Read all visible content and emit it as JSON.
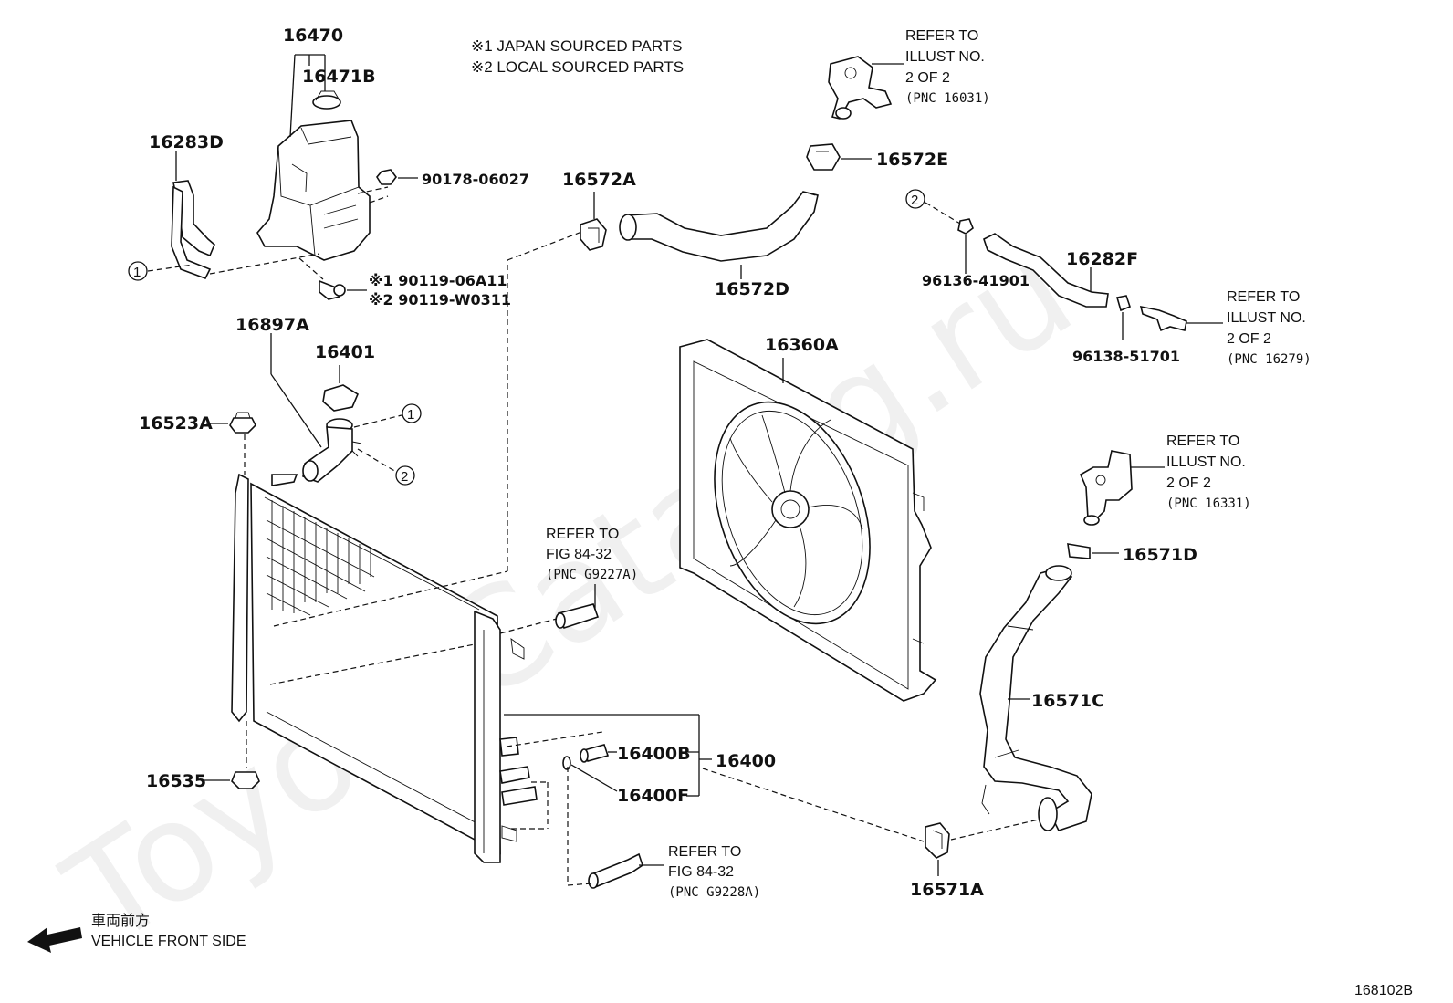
{
  "watermark": "ToyotaCatalog.ru",
  "notes": {
    "japan": "※1 JAPAN SOURCED PARTS",
    "local": "※2 LOCAL SOURCED PARTS"
  },
  "parts": {
    "p16470": "16470",
    "p16471B": "16471B",
    "p16283D": "16283D",
    "p90178": "90178-06027",
    "p90119a": "※1 90119-06A11",
    "p90119b": "※2 90119-W0311",
    "p16897A": "16897A",
    "p16401": "16401",
    "p16523A": "16523A",
    "p16535": "16535",
    "p16572A": "16572A",
    "p16572D": "16572D",
    "p16572E": "16572E",
    "p96136": "96136-41901",
    "p16282F": "16282F",
    "p96138": "96138-51701",
    "p16360A": "16360A",
    "p16571D": "16571D",
    "p16571C": "16571C",
    "p16571A": "16571A",
    "p16400B": "16400B",
    "p16400": "16400",
    "p16400F": "16400F"
  },
  "callouts": {
    "c1": "1",
    "c2": "2"
  },
  "refs": {
    "r1": {
      "l1": "REFER TO",
      "l2": "ILLUST NO.",
      "l3": "2 OF 2",
      "l4": "(PNC 16031)"
    },
    "r2": {
      "l1": "REFER TO",
      "l2": "ILLUST NO.",
      "l3": "2 OF 2",
      "l4": "(PNC 16279)"
    },
    "r3": {
      "l1": "REFER TO",
      "l2": "ILLUST NO.",
      "l3": "2 OF 2",
      "l4": "(PNC 16331)"
    },
    "r4": {
      "l1": "REFER TO",
      "l2": "FIG 84-32",
      "l3": "(PNC G9227A)"
    },
    "r5": {
      "l1": "REFER TO",
      "l2": "FIG 84-32",
      "l3": "(PNC G9228A)"
    }
  },
  "front": {
    "jp": "車両前方",
    "en": "VEHICLE FRONT SIDE"
  },
  "illustration_no": "168102B"
}
